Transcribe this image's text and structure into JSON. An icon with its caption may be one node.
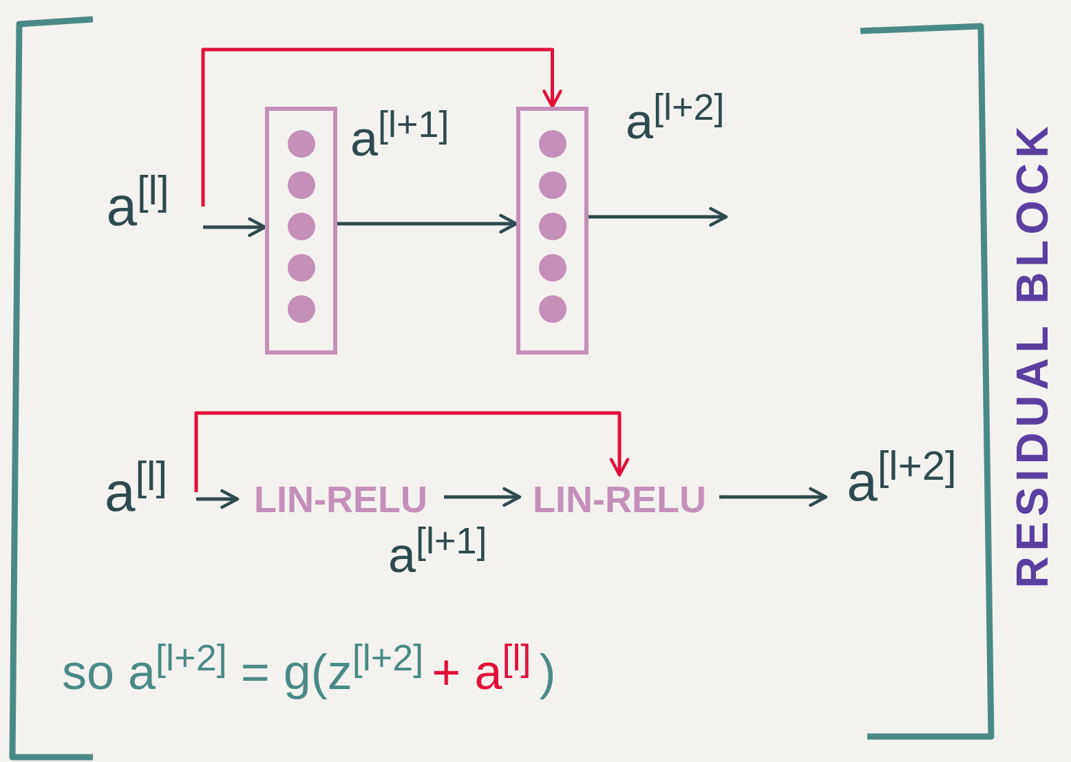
{
  "diagram": {
    "nodes": [
      {
        "text": [
          "a$^{[l]}$"
        ]
      },
      {
        "text": [],
        "shape": "box"
      },
      {
        "text": [],
        "shape": "box"
      },
      {
        "text": [
          "a$^{[l]}$"
        ]
      },
      {
        "text": [
          "LIN-RELU"
        ]
      },
      {
        "text": [
          "LIN-RELU"
        ]
      },
      {
        "text": [
          "a$^{[l+2]}$"
        ]
      }
    ],
    "edges": [
      {
        "from": 0,
        "to": 1,
        "arrow": "to"
      },
      {
        "from": 1,
        "to": 2,
        "arrow": "to",
        "label": "a$^{[l+1]}$"
      },
      {
        "from": 2,
        "to": null,
        "arrow": "to",
        "label": "a$^{[l+2]}$"
      },
      {
        "from": 0,
        "to": 2,
        "arrow": "to",
        "color": "#e0103a"
      },
      {
        "from": 3,
        "to": 4,
        "arrow": "to"
      },
      {
        "from": 4,
        "to": 5,
        "arrow": "to",
        "label": "a$^{[l+1]}$"
      },
      {
        "from": 5,
        "to": 6,
        "arrow": "to"
      },
      {
        "from": 3,
        "to": 5,
        "arrow": "to",
        "color": "#e0103a"
      }
    ],
    "labels": [
      "so a$^{[l+2]}$ = g(z$^{[l+2]}$",
      "+ a$^{[l]}$",
      ")",
      "RESIDUAL BLOCK"
    ]
  }
}
